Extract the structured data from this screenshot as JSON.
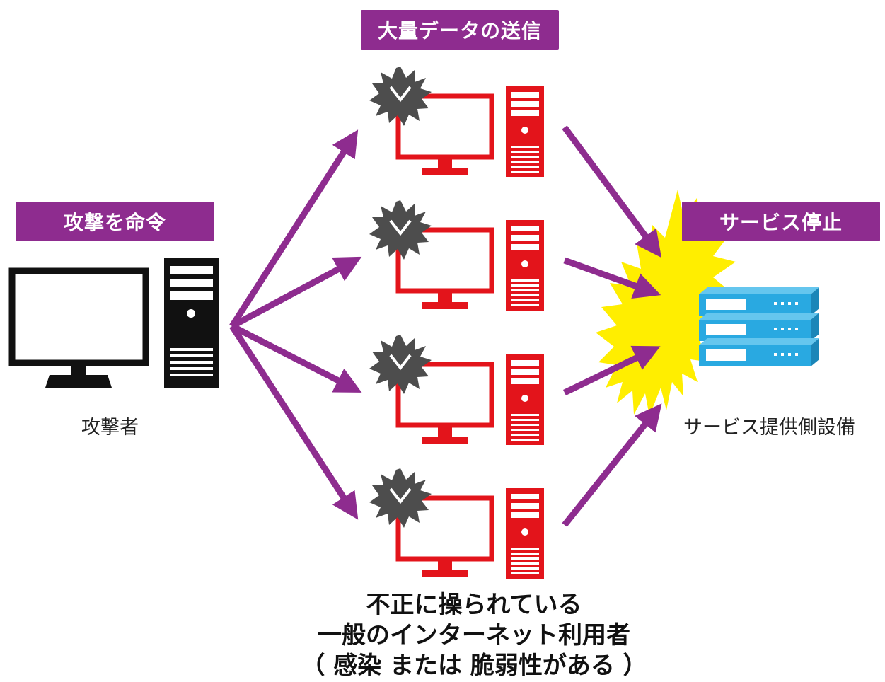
{
  "labels": {
    "send_data": "大量データの送信",
    "order_attack": "攻撃を命令",
    "service_stop": "サービス停止",
    "attacker": "攻撃者",
    "service_equipment": "サービス提供側設備"
  },
  "caption": {
    "line1": "不正に操られている",
    "line2": "一般のインターネット利用者",
    "line3": "（ 感染 または 脆弱性がある ）"
  },
  "colors": {
    "tag_bg": "#8e2c8f",
    "arrow": "#8e2c8f",
    "infected_pc": "#e3141b",
    "attacker_pc": "#111111",
    "virus": "#4d4d4d",
    "burst": "#ffee00",
    "server": "#29a9e1"
  },
  "icons": {
    "attacker_computer": "desktop-computer-icon",
    "infected_computer": "desktop-computer-icon",
    "virus": "virus-burst-icon",
    "server_rack": "server-rack-icon",
    "impact": "impact-burst-icon"
  }
}
